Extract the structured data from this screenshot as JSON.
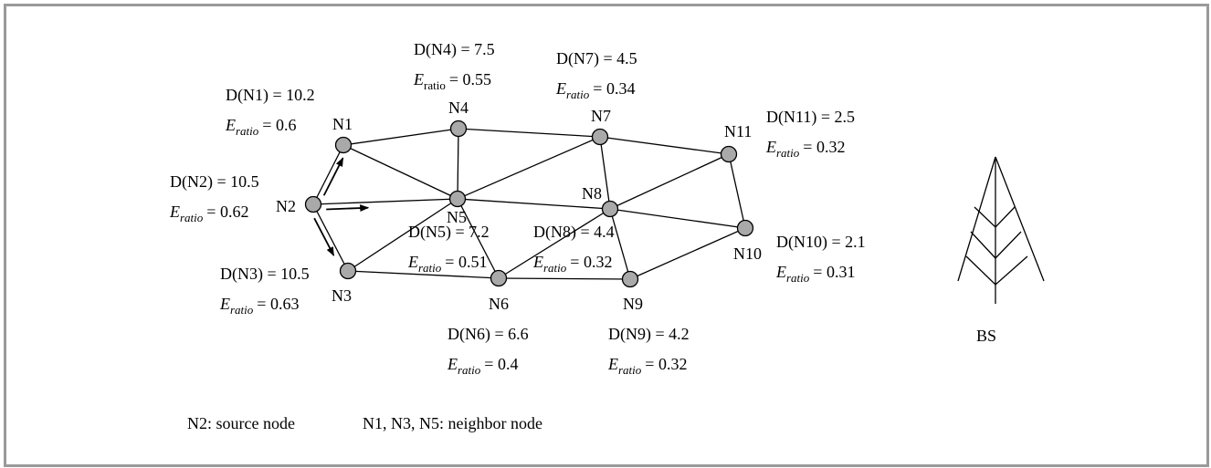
{
  "nodes": [
    {
      "id": "N1",
      "label": "N1",
      "d_text": "D(N1) = 10.2",
      "e_value": "= 0.6",
      "e_sub": "ratio",
      "sub_italic": true
    },
    {
      "id": "N2",
      "label": "N2",
      "d_text": "D(N2) = 10.5",
      "e_value": "= 0.62",
      "e_sub": "ratio",
      "sub_italic": true
    },
    {
      "id": "N3",
      "label": "N3",
      "d_text": "D(N3) = 10.5",
      "e_value": "= 0.63",
      "e_sub": "ratio",
      "sub_italic": true
    },
    {
      "id": "N4",
      "label": "N4",
      "d_text": "D(N4) = 7.5",
      "e_value": "= 0.55",
      "e_sub": "ratio",
      "sub_italic": false
    },
    {
      "id": "N5",
      "label": "N5",
      "d_text": "D(N5) = 7.2",
      "e_value": "= 0.51",
      "e_sub": "ratio",
      "sub_italic": true
    },
    {
      "id": "N6",
      "label": "N6",
      "d_text": "D(N6) = 6.6",
      "e_value": "= 0.4",
      "e_sub": "ratio",
      "sub_italic": true
    },
    {
      "id": "N7",
      "label": "N7",
      "d_text": "D(N7) = 4.5",
      "e_value": "= 0.34",
      "e_sub": "ratio",
      "sub_italic": true
    },
    {
      "id": "N8",
      "label": "N8",
      "d_text": "D(N8) = 4.4",
      "e_value": "= 0.32",
      "e_sub": "ratio",
      "sub_italic": true
    },
    {
      "id": "N9",
      "label": "N9",
      "d_text": "D(N9) = 4.2",
      "e_value": "= 0.32",
      "e_sub": "ratio",
      "sub_italic": true
    },
    {
      "id": "N10",
      "label": "N10",
      "d_text": "D(N10) = 2.1",
      "e_value": "= 0.31",
      "e_sub": "ratio",
      "sub_italic": true
    },
    {
      "id": "N11",
      "label": "N11",
      "d_text": "D(N11) = 2.5",
      "e_value": "= 0.32",
      "e_sub": "ratio",
      "sub_italic": true
    }
  ],
  "edges": [
    [
      "N1",
      "N2"
    ],
    [
      "N2",
      "N3"
    ],
    [
      "N1",
      "N4"
    ],
    [
      "N1",
      "N5"
    ],
    [
      "N2",
      "N5"
    ],
    [
      "N3",
      "N5"
    ],
    [
      "N3",
      "N6"
    ],
    [
      "N4",
      "N5"
    ],
    [
      "N4",
      "N7"
    ],
    [
      "N5",
      "N7"
    ],
    [
      "N5",
      "N8"
    ],
    [
      "N5",
      "N6"
    ],
    [
      "N6",
      "N8"
    ],
    [
      "N6",
      "N9"
    ],
    [
      "N7",
      "N8"
    ],
    [
      "N7",
      "N11"
    ],
    [
      "N8",
      "N9"
    ],
    [
      "N8",
      "N11"
    ],
    [
      "N8",
      "N10"
    ],
    [
      "N9",
      "N10"
    ],
    [
      "N10",
      "N11"
    ]
  ],
  "arrows": [
    [
      "N2",
      "N1"
    ],
    [
      "N2",
      "N5"
    ],
    [
      "N2",
      "N3"
    ]
  ],
  "base_station": {
    "label": "BS"
  },
  "legend": {
    "source": "N2: source node",
    "neighbor": "N1, N3, N5: neighbor node"
  },
  "colors": {
    "node_fill": "#a9a9a9",
    "frame": "#9a9a9a"
  }
}
